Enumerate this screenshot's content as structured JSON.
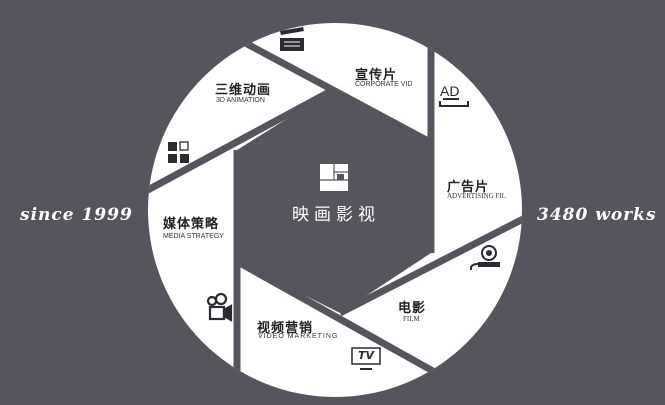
{
  "left_text": "since 1999",
  "right_text": "3480 works",
  "center": {
    "brand": "映画影视"
  },
  "segments": [
    {
      "cn": "宣传片",
      "en": "CORPORATE VID",
      "icon": "clapperboard-icon"
    },
    {
      "cn": "广告片",
      "en": "ADVERTISING FIL",
      "icon": "ad-icon",
      "icon_text": "AD"
    },
    {
      "cn": "电影",
      "en": "FILM",
      "icon": "film-reel-icon"
    },
    {
      "cn": "视频营销",
      "en": "VIDEO MARKETING",
      "icon": "tv-icon",
      "icon_text": "TV"
    },
    {
      "cn": "媒体策略",
      "en": "MEDIA STRATEGY",
      "icon": "video-camera-icon"
    },
    {
      "cn": "三维动画",
      "en": "3D ANIMATION",
      "icon": "grid-icon"
    }
  ],
  "colors": {
    "background": "#56555d",
    "circle": "#ffffff",
    "dark": "#56555d",
    "icon": "#2a2a30"
  }
}
